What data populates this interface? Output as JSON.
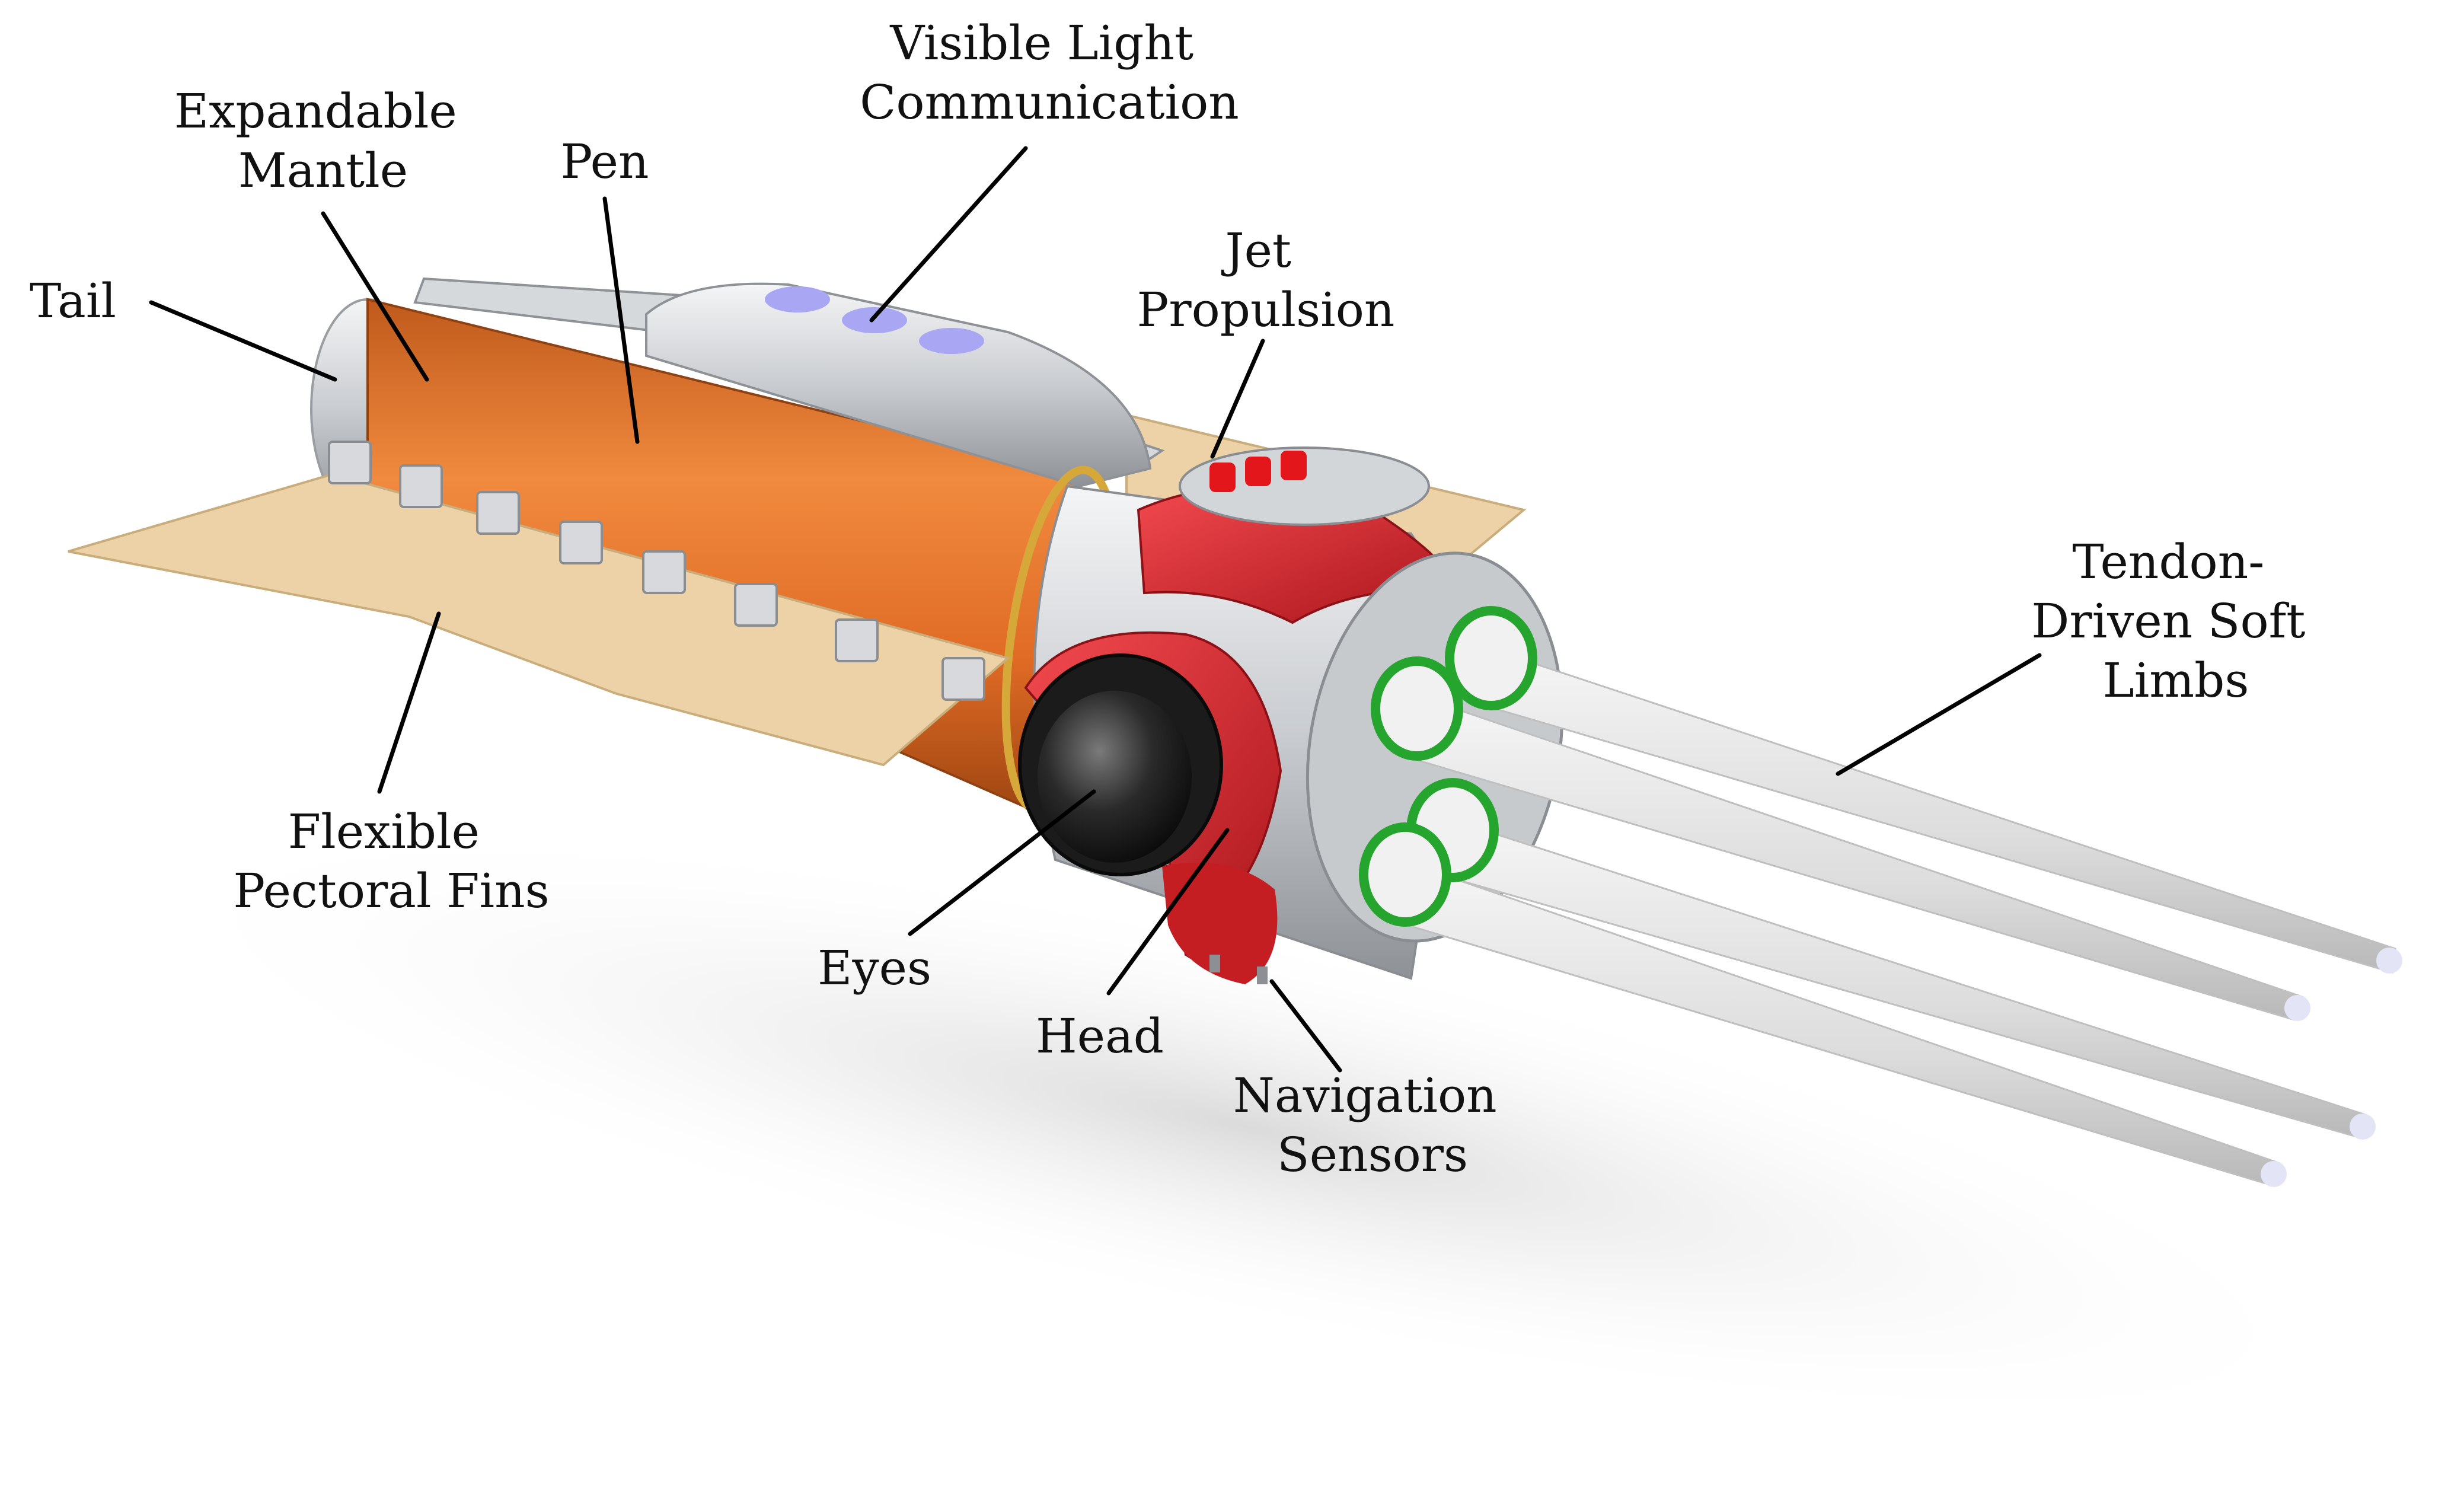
{
  "labels": {
    "tail": "Tail",
    "expandable_mantle": [
      "Expandable",
      "Mantle"
    ],
    "pen": "Pen",
    "visible_light_communication": [
      "Visible Light",
      "Communication"
    ],
    "jet_propulsion": [
      "Jet",
      "Propulsion"
    ],
    "tendon_driven_soft_limbs": [
      "Tendon-",
      "Driven Soft",
      "Limbs"
    ],
    "flexible_pectoral_fins": [
      "Flexible",
      "Pectoral Fins"
    ],
    "eyes": "Eyes",
    "head": "Head",
    "navigation_sensors": [
      "Navigation",
      "Sensors"
    ]
  },
  "colors": {
    "mantle_orange": "#e8772e",
    "head_red": "#d9262b",
    "shell_silver": "#d5d8dc",
    "fin_tan": "#ecd2a6",
    "limb_white": "#e9e9e9",
    "ring_green": "#25a52e",
    "led_lavender": "#a9a7f3",
    "jet_red": "#e3161b",
    "eye_black": "#1b1b1b"
  }
}
